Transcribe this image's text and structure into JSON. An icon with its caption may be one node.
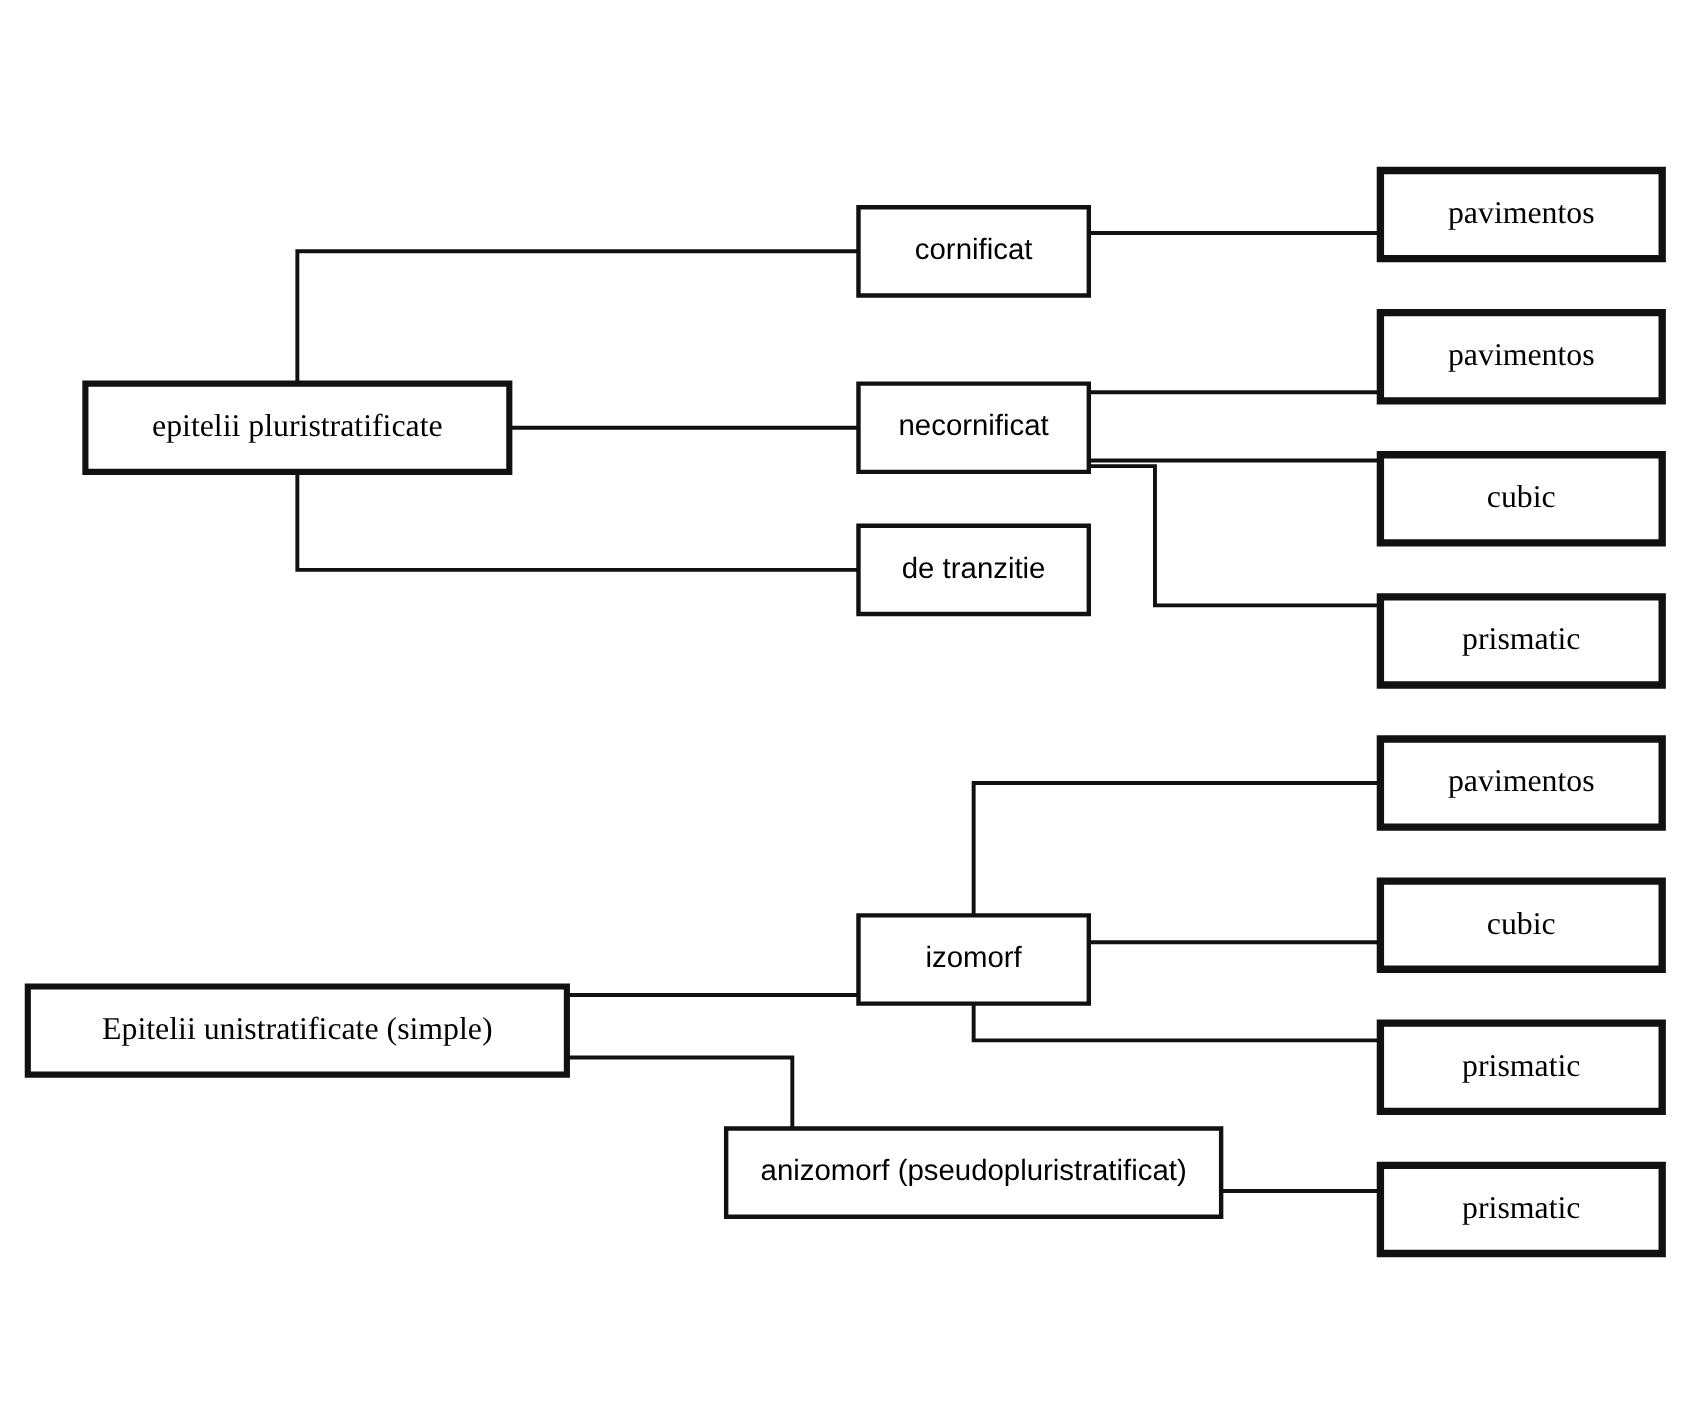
{
  "diagram": {
    "nodes": [
      {
        "text": [
          "Epitelii unistratificate (simple)"
        ]
      },
      {
        "text": [
          "izomorf"
        ]
      },
      {
        "text": [
          "pavimentos"
        ]
      },
      {
        "text": [
          "cubic"
        ]
      },
      {
        "text": [
          "prismatic"
        ]
      },
      {
        "text": [
          "anizomorf (pseudopluristratificat)"
        ]
      },
      {
        "text": [
          "prismatic"
        ]
      },
      {
        "text": [
          "epitelii pluristratificate"
        ]
      },
      {
        "text": [
          "cornificat"
        ]
      },
      {
        "text": [
          "pavimentos"
        ]
      },
      {
        "text": [
          "necornificat"
        ]
      },
      {
        "text": [
          "pavimentos"
        ]
      },
      {
        "text": [
          "cubic"
        ]
      },
      {
        "text": [
          "prismatic"
        ]
      },
      {
        "text": [
          "de tranzitie"
        ]
      }
    ],
    "edges": [
      {
        "from": 0,
        "to": 1,
        "arrow": "none"
      },
      {
        "from": 1,
        "to": 2,
        "arrow": "none"
      },
      {
        "from": 1,
        "to": 3,
        "arrow": "none"
      },
      {
        "from": 1,
        "to": 4,
        "arrow": "none"
      },
      {
        "from": 0,
        "to": 5,
        "arrow": "none"
      },
      {
        "from": 5,
        "to": 6,
        "arrow": "none"
      },
      {
        "from": 7,
        "to": 8,
        "arrow": "none"
      },
      {
        "from": 8,
        "to": 9,
        "arrow": "none"
      },
      {
        "from": 7,
        "to": 10,
        "arrow": "none"
      },
      {
        "from": 10,
        "to": 11,
        "arrow": "none"
      },
      {
        "from": 10,
        "to": 12,
        "arrow": "none"
      },
      {
        "from": 10,
        "to": 13,
        "arrow": "none"
      },
      {
        "from": 7,
        "to": 14,
        "arrow": "none"
      }
    ]
  }
}
